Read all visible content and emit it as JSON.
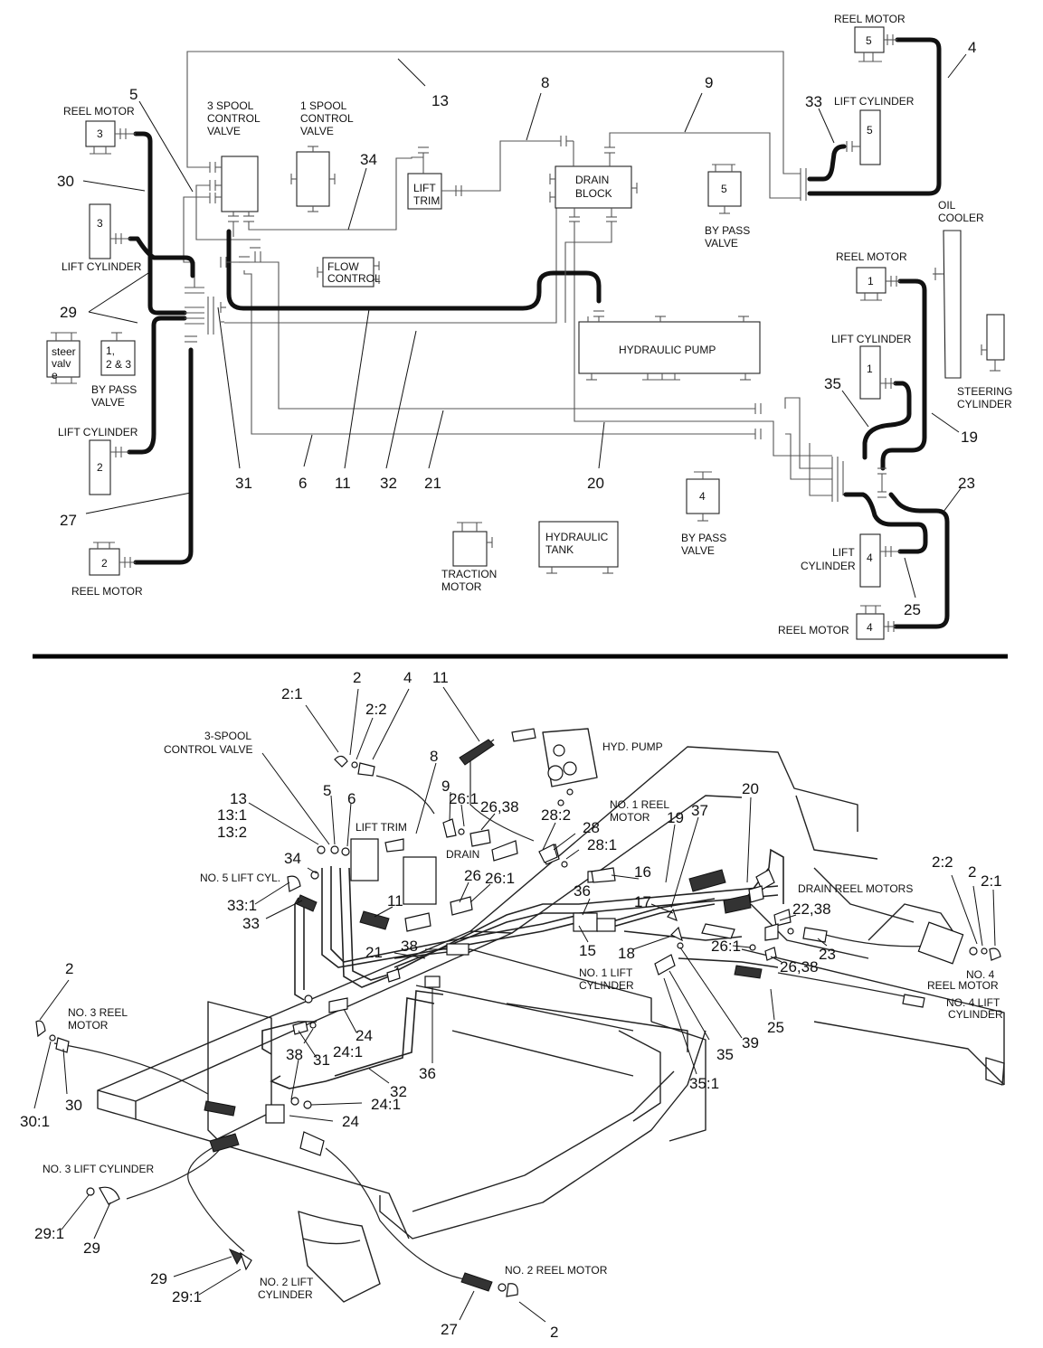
{
  "schematic": {
    "components": {
      "reel_motor_5": {
        "label": "REEL MOTOR",
        "id": "5"
      },
      "lift_cylinder_5": {
        "label": "LIFT CYLINDER",
        "id": "5"
      },
      "reel_motor_3": {
        "label": "REEL MOTOR",
        "id": "3"
      },
      "lift_cylinder_3": {
        "label": "LIFT CYLINDER",
        "id": "3"
      },
      "spool3_valve": {
        "label_lines": [
          "3 SPOOL",
          "CONTROL",
          "VALVE"
        ]
      },
      "spool1_valve": {
        "label_lines": [
          "1 SPOOL",
          "CONTROL",
          "VALVE"
        ]
      },
      "lift_trim": {
        "label_lines": [
          "LIFT",
          "TRIM"
        ]
      },
      "drain_block": {
        "label_lines": [
          "DRAIN",
          "BLOCK"
        ]
      },
      "bypass_valve_5": {
        "id": "5",
        "label_lines": [
          "BY PASS",
          "VALVE"
        ]
      },
      "oil_cooler": {
        "label_lines": [
          "OIL",
          "COOLER"
        ]
      },
      "flow_control": {
        "label_lines": [
          "FLOW",
          "CONTROL"
        ]
      },
      "hydraulic_pump": {
        "label": "HYDRAULIC PUMP"
      },
      "reel_motor_1": {
        "label": "REEL MOTOR",
        "id": "1"
      },
      "lift_cylinder_1": {
        "label": "LIFT CYLINDER",
        "id": "1"
      },
      "steering_cylinder": {
        "label_lines": [
          "STEERING",
          "CYLINDER"
        ]
      },
      "steer_valve": {
        "label_lines": [
          "steer",
          "valv",
          "e"
        ]
      },
      "bypass_valve_123": {
        "id_lines": [
          "1,",
          "2 & 3"
        ],
        "label_lines": [
          "BY PASS",
          "VALVE"
        ]
      },
      "lift_cylinder_2": {
        "label": "LIFT CYLINDER",
        "id": "2"
      },
      "reel_motor_2": {
        "label": "REEL MOTOR",
        "id": "2"
      },
      "traction_motor": {
        "label_lines": [
          "TRACTION",
          "MOTOR"
        ]
      },
      "hydraulic_tank": {
        "label_lines": [
          "HYDRAULIC",
          "TANK"
        ]
      },
      "bypass_valve_4": {
        "id": "4",
        "label_lines": [
          "BY PASS",
          "VALVE"
        ]
      },
      "lift_cylinder_4": {
        "id": "4",
        "label_lines": [
          "LIFT",
          "CYLINDER"
        ]
      },
      "reel_motor_4": {
        "label": "REEL MOTOR",
        "id": "4"
      }
    },
    "callouts": [
      "13",
      "8",
      "9",
      "4",
      "33",
      "5",
      "34",
      "30",
      "29",
      "31",
      "6",
      "11",
      "32",
      "21",
      "20",
      "35",
      "19",
      "23",
      "25",
      "27"
    ]
  },
  "exploded": {
    "labels": {
      "three_spool": [
        "3-SPOOL",
        "CONTROL VALVE"
      ],
      "hyd_pump": "HYD. PUMP",
      "lift_trim": "LIFT TRIM",
      "drain": "DRAIN",
      "no1_reel_motor": [
        "NO. 1 REEL",
        "MOTOR"
      ],
      "no5_lift_cyl": "NO. 5 LIFT CYL.",
      "drain_reel_motors": "DRAIN REEL MOTORS",
      "no1_lift_cylinder": [
        "NO. 1 LIFT",
        "CYLINDER"
      ],
      "no4_reel_motor": [
        "NO. 4",
        "REEL MOTOR"
      ],
      "no4_lift_cylinder": [
        "NO. 4 LIFT",
        "CYLINDER"
      ],
      "no3_reel_motor": [
        "NO. 3 REEL",
        "MOTOR"
      ],
      "no3_lift_cylinder": "NO. 3 LIFT CYLINDER",
      "no2_lift_cylinder": [
        "NO. 2 LIFT",
        "CYLINDER"
      ],
      "no2_reel_motor": "NO. 2 REEL MOTOR"
    },
    "callouts": [
      "2:1",
      "2",
      "2:2",
      "4",
      "11",
      "8",
      "9",
      "26:1",
      "26,38",
      "5",
      "6",
      "13",
      "13:1",
      "13:2",
      "34",
      "33:1",
      "33",
      "11",
      "26",
      "26:1",
      "28:2",
      "28",
      "28:1",
      "20",
      "37",
      "19",
      "16",
      "36",
      "17",
      "15",
      "18",
      "21",
      "38",
      "2:2",
      "2",
      "2:1",
      "22,38",
      "23",
      "26:1",
      "26,38",
      "35",
      "39",
      "35:1",
      "25",
      "24",
      "24:1",
      "31",
      "38",
      "24:1",
      "24",
      "32",
      "36",
      "2",
      "30",
      "30:1",
      "29",
      "29:1",
      "29",
      "29:1",
      "27",
      "2"
    ]
  }
}
